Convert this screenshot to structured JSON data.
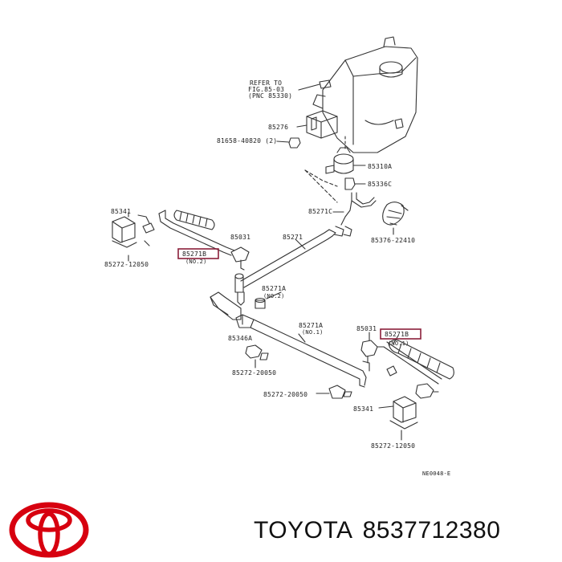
{
  "diagram": {
    "refer_note": [
      "REFER TO",
      "FIG.85-03",
      "(PNC 85330)"
    ],
    "labels": {
      "p85276": "85276",
      "p81658": "81658-40820 (2)",
      "p85310A": "85310A",
      "p85336C": "85336C",
      "p85271C": "85271C",
      "p85376": "85376-22410",
      "p85341_left": "85341",
      "p85272_left": "85272-12050",
      "p85271B_left": "85271B",
      "p85271B_left_no": "(NO.2)",
      "p85031": "85031",
      "p85271": "85271",
      "p85271A_no2": "85271A",
      "p85271A_no2_sub": "(NO.2)",
      "p85346A": "85346A",
      "p85272_20050_a": "85272-20050",
      "p85271A_no1": "85271A",
      "p85271A_no1_sub": "(NO.1)",
      "p85031_right": "85031",
      "p85271B_right": "85271B",
      "p85271B_right_no": "(NO.1)",
      "p85272_20050_b": "85272-20050",
      "p85341_right": "85341",
      "p85272_right": "85272-12050",
      "figure_code": "NE0048-E"
    },
    "highlight_color": "#8b1f3a",
    "line_color": "#333333"
  },
  "brand": {
    "logo_icon": "toyota-logo-icon",
    "logo_color": "#d7000f",
    "name": "TOYOTA",
    "part_number": "8537712380"
  }
}
